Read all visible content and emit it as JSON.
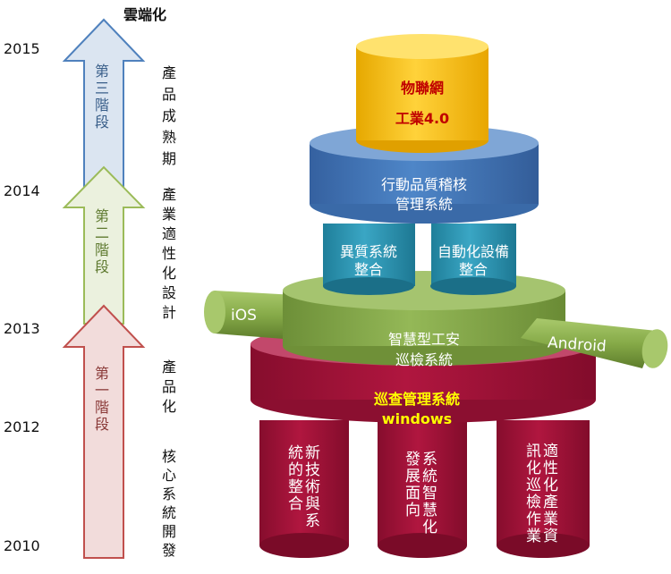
{
  "timeline": {
    "top_label": "雲端化",
    "years": [
      "2015",
      "2014",
      "2013",
      "2012",
      "2010"
    ],
    "stages": [
      {
        "label": "第三階段",
        "fill": "#dbe5f1",
        "stroke": "#4f81bd"
      },
      {
        "label": "第二階段",
        "fill": "#ebf1de",
        "stroke": "#9bbb59"
      },
      {
        "label": "第一階段",
        "fill": "#f2dcdb",
        "stroke": "#c0504d"
      }
    ],
    "phases": [
      "產品成熟期",
      "產業適性化設計",
      "產品化",
      "核心系統開發"
    ]
  },
  "stack": {
    "top_cylinder": {
      "line1": "物聯網",
      "line2": "工業4.0",
      "fill": "#ffc000",
      "text_color": "#c00000"
    },
    "blue_disc": {
      "line1": "行動品質稽核",
      "line2": "管理系統",
      "fill": "#4a7ebb"
    },
    "teal_pillars": [
      {
        "line1": "異質系統",
        "line2": "整合"
      },
      {
        "line1": "自動化設備",
        "line2": "整合"
      }
    ],
    "green_disc": {
      "line1": "智慧型工安",
      "line2": "巡檢系統",
      "fill": "#8aae4e",
      "text_color": "#ffffff"
    },
    "green_rods": {
      "left": "iOS",
      "right": "Android"
    },
    "red_disc": {
      "line1": "巡查管理系統",
      "line2": "windows",
      "fill": "#a5123a",
      "text_color": "#ffff00"
    },
    "red_pillars": [
      {
        "cols": [
          "新技術與系",
          "統的整合"
        ]
      },
      {
        "cols": [
          "系統智慧化",
          "發展面向"
        ]
      },
      {
        "cols": [
          "適性化產業資",
          "訊化巡檢作業"
        ]
      }
    ]
  }
}
